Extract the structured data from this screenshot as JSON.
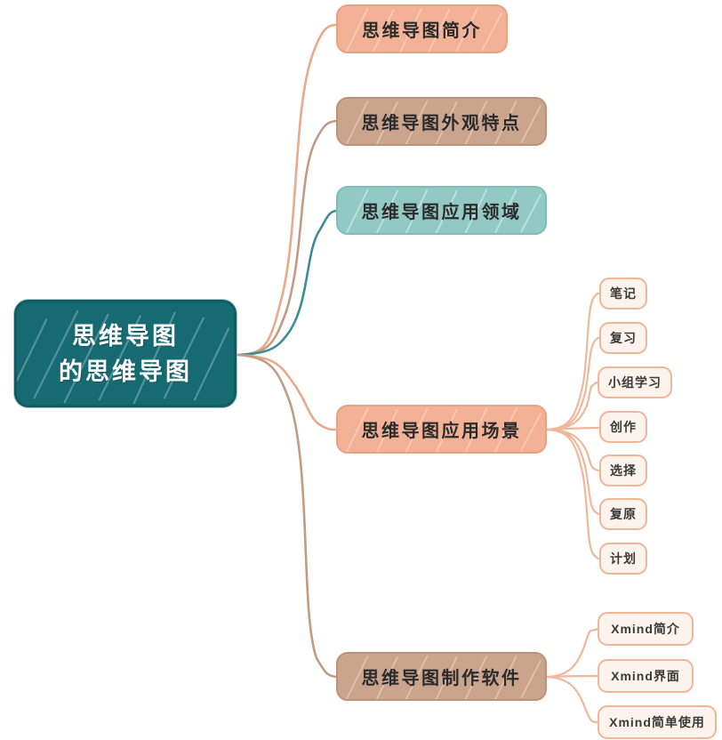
{
  "diagram": {
    "title": "思维导图的思维导图",
    "type": "mind-map"
  },
  "root": {
    "line1": "思维导图",
    "line2": "的思维导图",
    "color": "#166B72",
    "text_color": "#FFFFFF"
  },
  "branches": [
    {
      "label": "思维导图简介",
      "color": "#F3B195",
      "style": "salmon",
      "children": []
    },
    {
      "label": "思维导图外观特点",
      "color": "#CBA48E",
      "style": "tan",
      "children": []
    },
    {
      "label": "思维导图应用领域",
      "color": "#93C9C4",
      "style": "teal",
      "children": []
    },
    {
      "label": "思维导图应用场景",
      "color": "#F3B195",
      "style": "salmon",
      "children": [
        {
          "label": "笔记"
        },
        {
          "label": "复习"
        },
        {
          "label": "小组学习"
        },
        {
          "label": "创作"
        },
        {
          "label": "选择"
        },
        {
          "label": "复原"
        },
        {
          "label": "计划"
        }
      ]
    },
    {
      "label": "思维导图制作软件",
      "color": "#CBA48E",
      "style": "tan",
      "children": [
        {
          "label": "Xmind简介"
        },
        {
          "label": "Xmind界面"
        },
        {
          "label": "Xmind简单使用"
        }
      ]
    }
  ],
  "palette": {
    "root_teal": "#166B72",
    "salmon": "#F3B195",
    "tan": "#CBA48E",
    "light_teal": "#93C9C4",
    "leaf_fill": "#FCF3EC",
    "leaf_border": "#F0B699",
    "connector_salmon": "#E8A98C",
    "connector_tan": "#C49A84",
    "connector_teal": "#3C8B99",
    "background": "#FFFFFF"
  }
}
